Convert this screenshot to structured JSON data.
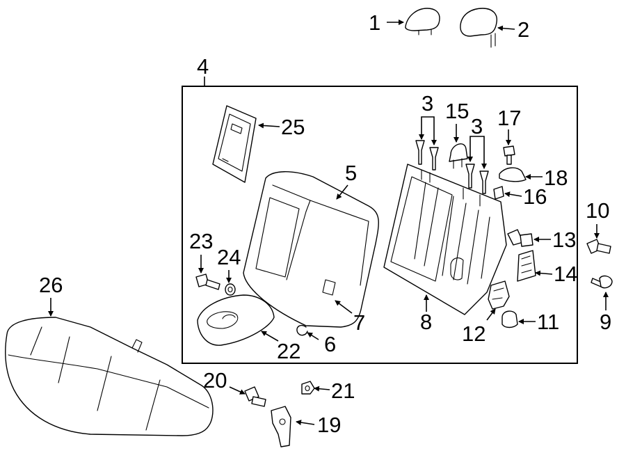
{
  "diagram": {
    "callouts": {
      "c1": "1",
      "c2": "2",
      "c3a": "3",
      "c3b": "3",
      "c4": "4",
      "c5": "5",
      "c6": "6",
      "c7": "7",
      "c8": "8",
      "c9": "9",
      "c10": "10",
      "c11": "11",
      "c12": "12",
      "c13": "13",
      "c14": "14",
      "c15": "15",
      "c16": "16",
      "c17": "17",
      "c18": "18",
      "c19": "19",
      "c20": "20",
      "c21": "21",
      "c22": "22",
      "c23": "23",
      "c24": "24",
      "c25": "25",
      "c26": "26"
    }
  }
}
